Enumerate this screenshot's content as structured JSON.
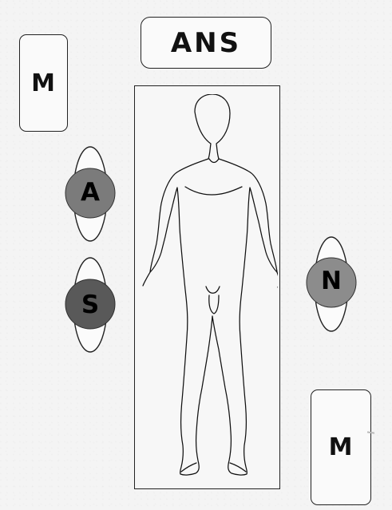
{
  "diagram": {
    "title": "ANS",
    "left_box_label": "M",
    "right_box_label": "M",
    "nodes": {
      "a": "A",
      "s": "S",
      "n": "N"
    }
  }
}
